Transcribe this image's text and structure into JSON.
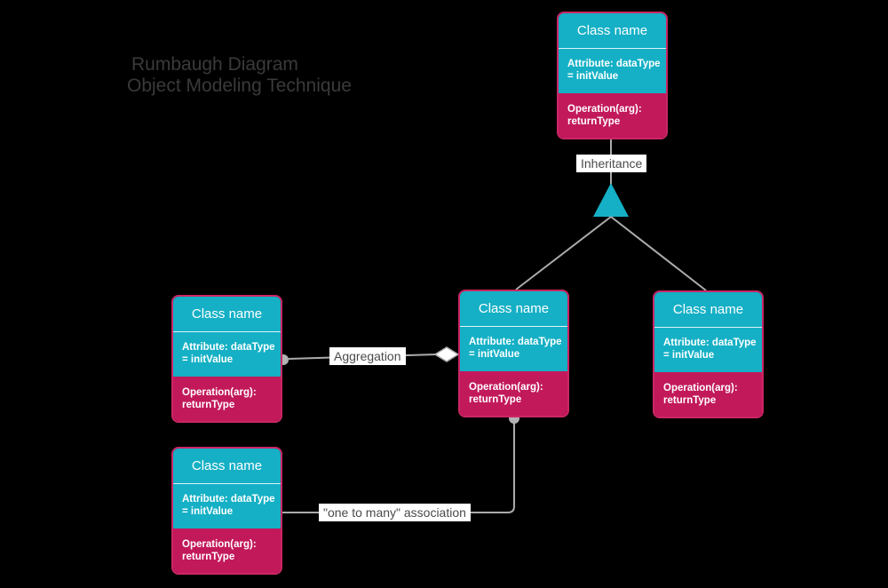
{
  "title": {
    "line1": "Rumbaugh Diagram",
    "line2": "Object Modeling Technique"
  },
  "class_box": {
    "header": "Class name",
    "attribute_line1": "Attribute: dataType",
    "attribute_line2": "= initValue",
    "operation_line1": "Operation(arg):",
    "operation_line2": "returnType"
  },
  "connector_labels": {
    "inheritance": "Inheritance",
    "aggregation": "Aggregation",
    "association": "\"one to many\" association"
  },
  "icons": {
    "inheritance_triangle": "triangle-up-icon",
    "aggregation_diamond": "diamond-icon",
    "many_multiplicity_left": "filled-circle-icon",
    "many_multiplicity_bottom": "filled-circle-icon"
  },
  "colors": {
    "background": "#000000",
    "cyan": "#15b0c5",
    "crimson": "#c2195b",
    "box-border": "#cb2664",
    "line-gray": "#ababab",
    "node-fill": "#b3b3b3",
    "label-bg": "#ffffff",
    "label-text": "#4a4a4a",
    "title-text": "#3a3a3a",
    "box-text": "#ffffff"
  }
}
